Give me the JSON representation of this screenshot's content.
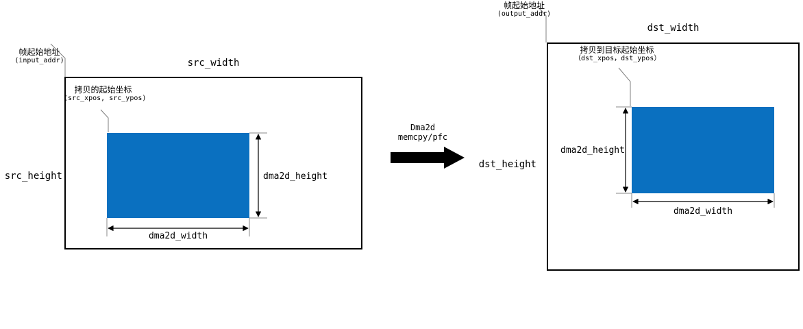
{
  "colors": {
    "region_fill": "#0a70c0",
    "frame_stroke": "#000000",
    "leader": "#7f7f7f",
    "dimension": "#000000",
    "arrow_fill": "#000000"
  },
  "source": {
    "frame_addr": {
      "line1": "帧起始地址",
      "line2": "(input_addr)"
    },
    "frame_width_label": "src_width",
    "frame_height_label": "src_height",
    "copy_origin": {
      "line1": "拷贝的起始坐标",
      "line2": "(src_xpos, src_ypos)"
    },
    "region": {
      "width_label": "dma2d_width",
      "height_label": "dma2d_height"
    }
  },
  "destination": {
    "frame_addr": {
      "line1": "帧起始地址",
      "line2": "(output_addr)"
    },
    "frame_width_label": "dst_width",
    "frame_height_label": "dst_height",
    "copy_origin": {
      "line1": "拷贝到目标起始坐标",
      "line2": "（dst_xpos，dst_ypos）"
    },
    "region": {
      "width_label": "dma2d_width",
      "height_label": "dma2d_height"
    }
  },
  "operation": {
    "line1": "Dma2d",
    "line2": "memcpy/pfc"
  }
}
